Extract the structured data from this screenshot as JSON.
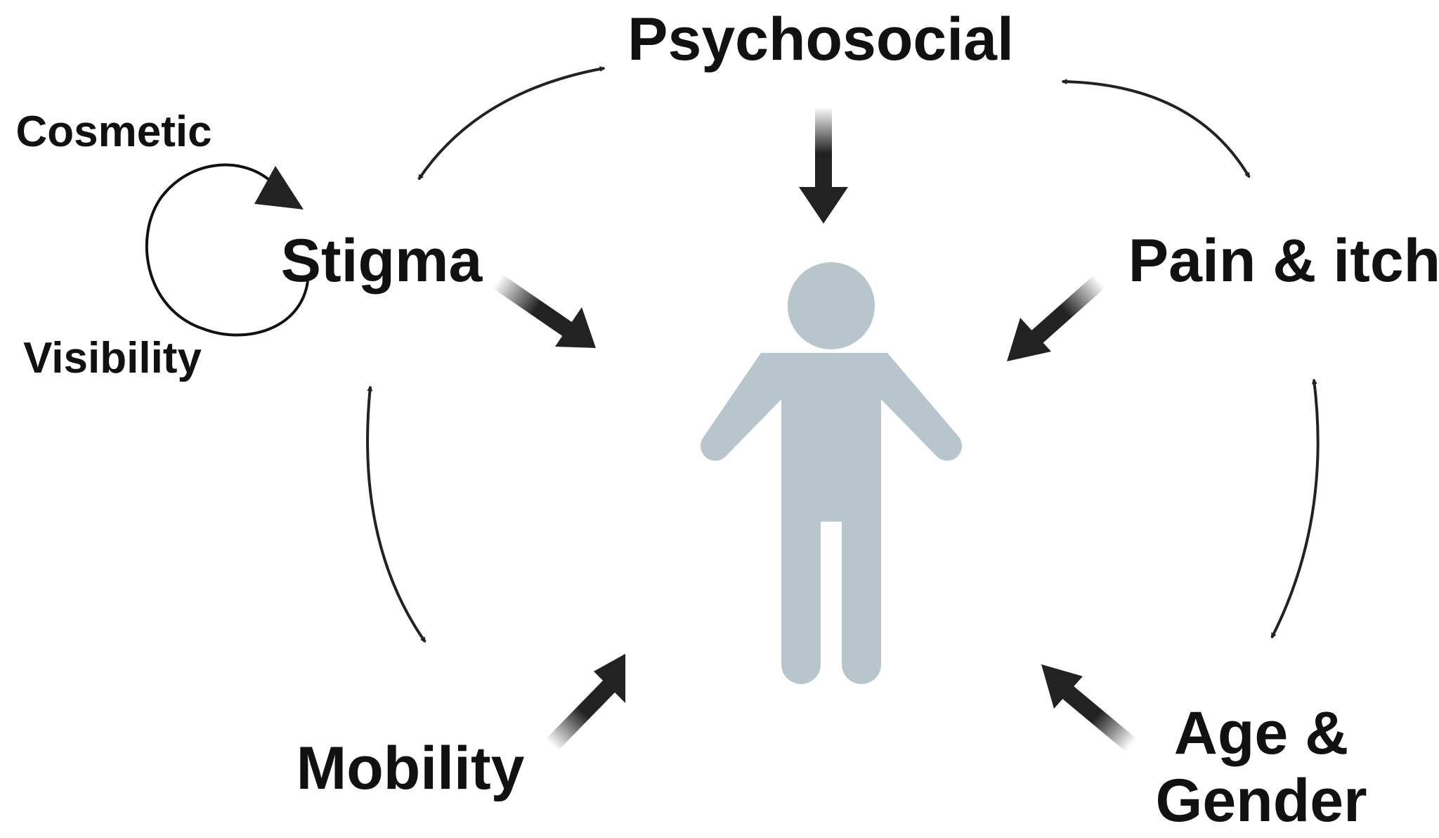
{
  "labels": {
    "psychosocial": "Psychosocial",
    "cosmetic": "Cosmetic",
    "stigma": "Stigma",
    "visibility": "Visibility",
    "pain_itch": "Pain & itch",
    "mobility": "Mobility",
    "age_gender_line1": "Age &",
    "age_gender_line2": "Gender"
  },
  "icons": {
    "center": "person-icon"
  },
  "colors": {
    "text": "#111111",
    "arrow": "#222222",
    "person": "#b7c5cc",
    "background": "#ffffff"
  }
}
